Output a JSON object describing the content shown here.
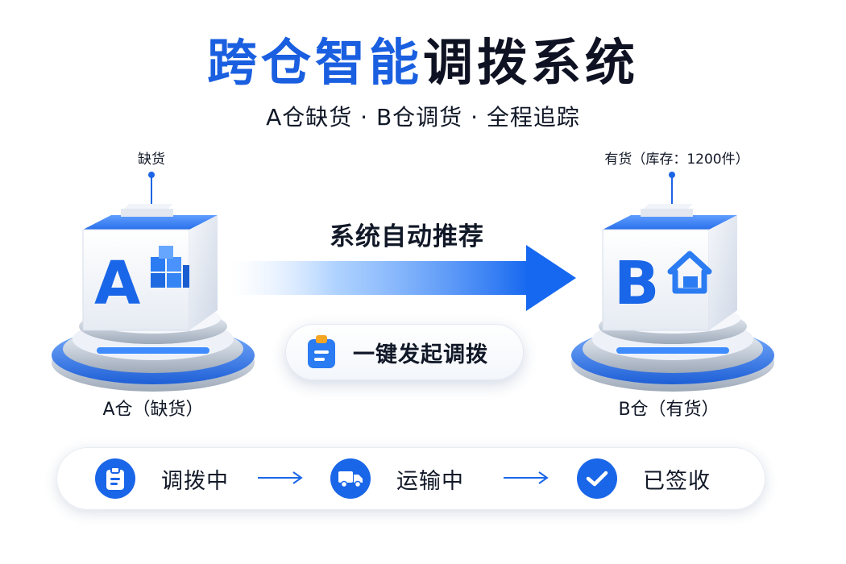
{
  "header": {
    "title_part1": "跨仓智能",
    "title_part2": "调拨系统",
    "subtitle": "A仓缺货 · B仓调货 · 全程追踪"
  },
  "warehouse_a": {
    "tag": "缺货",
    "letter": "A",
    "label": "A仓（缺货）"
  },
  "warehouse_b": {
    "tag": "有货（库存：1200件）",
    "letter": "B",
    "label": "B仓（有货）"
  },
  "transfer": {
    "recommend_text": "系统自动推荐",
    "launch_button_label": "一键发起调拨"
  },
  "status_steps": [
    {
      "label": "调拨中",
      "icon": "clipboard-icon"
    },
    {
      "label": "运输中",
      "icon": "truck-icon"
    },
    {
      "label": "已签收",
      "icon": "checkmark-icon"
    }
  ],
  "colors": {
    "accent_blue": "#1a5fe0",
    "title_dark": "#0e1222",
    "step_circle": "#1a66e8"
  }
}
